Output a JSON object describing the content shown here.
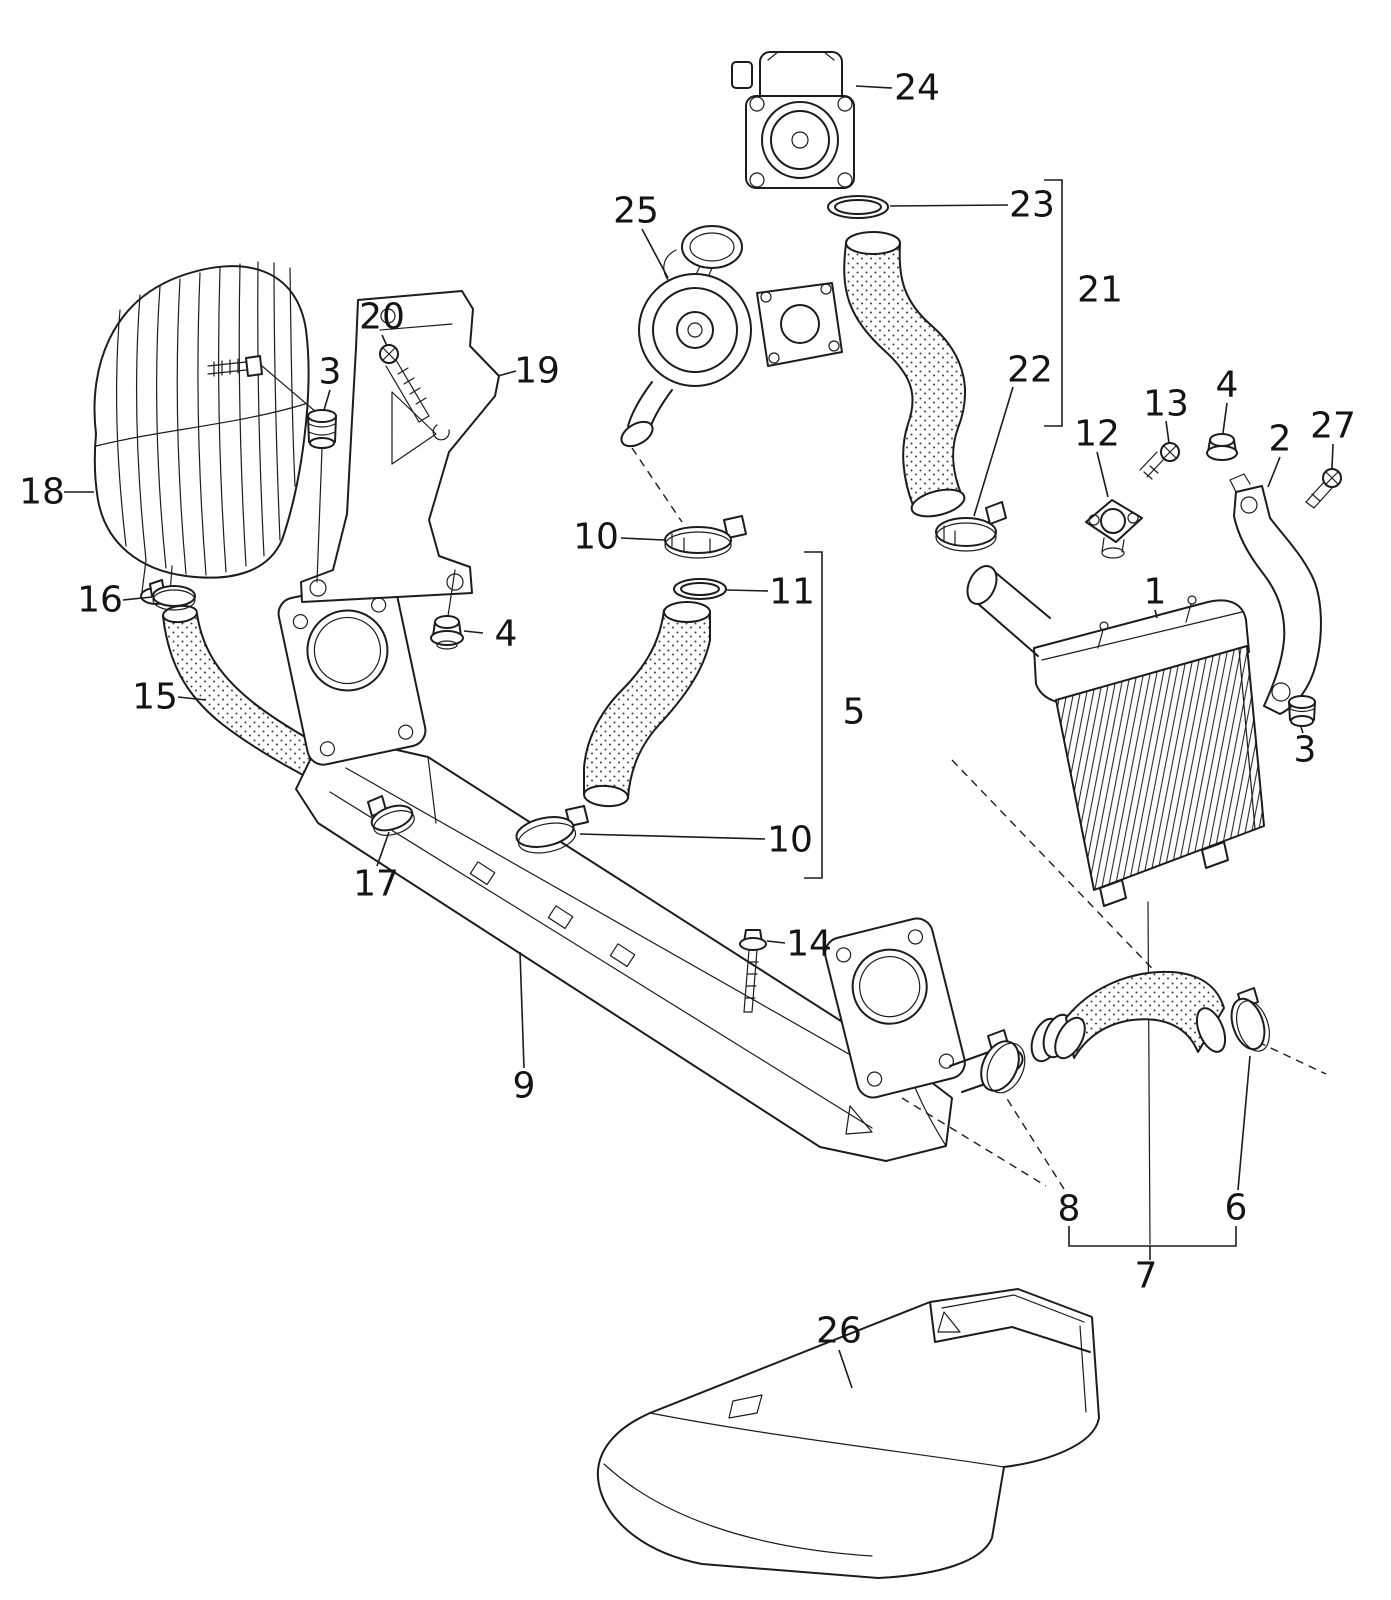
{
  "diagram": {
    "background_color": "#ffffff",
    "line_color": "#1c1c1c"
  },
  "callouts": [
    {
      "ref": "24"
    },
    {
      "ref": "23"
    },
    {
      "ref": "25"
    },
    {
      "ref": "21"
    },
    {
      "ref": "20"
    },
    {
      "ref": "3"
    },
    {
      "ref": "19"
    },
    {
      "ref": "22"
    },
    {
      "ref": "4"
    },
    {
      "ref": "13"
    },
    {
      "ref": "12"
    },
    {
      "ref": "2"
    },
    {
      "ref": "27"
    },
    {
      "ref": "18"
    },
    {
      "ref": "10"
    },
    {
      "ref": "11"
    },
    {
      "ref": "1"
    },
    {
      "ref": "16"
    },
    {
      "ref": "4"
    },
    {
      "ref": "15"
    },
    {
      "ref": "5"
    },
    {
      "ref": "3"
    },
    {
      "ref": "10"
    },
    {
      "ref": "17"
    },
    {
      "ref": "14"
    },
    {
      "ref": "9"
    },
    {
      "ref": "8"
    },
    {
      "ref": "6"
    },
    {
      "ref": "7"
    },
    {
      "ref": "26"
    }
  ]
}
